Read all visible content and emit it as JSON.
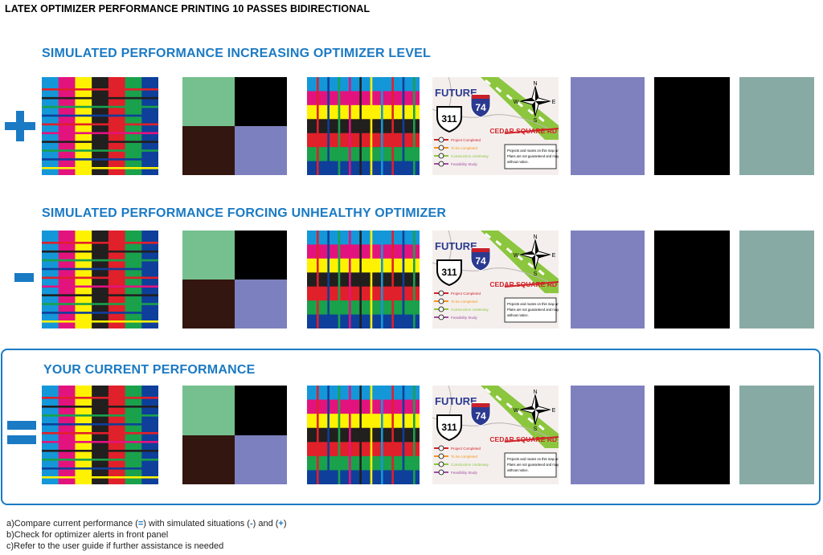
{
  "title": "LATEX OPTIMIZER PERFORMANCE PRINTING 10 PASSES BIDIRECTIONAL",
  "rows": [
    {
      "key": "plus",
      "heading": "SIMULATED PERFORMANCE INCREASING OPTIMIZER LEVEL",
      "symbol": "+"
    },
    {
      "key": "minus",
      "heading": "SIMULATED  PERFORMANCE FORCING UNHEALTHY OPTIMIZER",
      "symbol": "-"
    },
    {
      "key": "equal",
      "heading": "YOUR CURRENT PERFORMANCE",
      "symbol": "="
    }
  ],
  "map": {
    "future_label": "FUTURE",
    "us_route": "311",
    "interstate": "74",
    "road_label": "CEDAR SQUARE RD",
    "compass": {
      "n": "N",
      "s": "S",
      "e": "E",
      "w": "W"
    },
    "legend": [
      "Project Completed",
      "To be completed",
      "Construction Underway",
      "Feasibility Study"
    ],
    "note_lines": [
      "Projects and routes on this map are a guide.",
      "Plans are not guaranteed and may change",
      "without notice."
    ]
  },
  "colors": {
    "accent": "#1a7ac4",
    "cyan": "#1497d8",
    "magenta": "#e3137e",
    "yellow": "#fff200",
    "black": "#221f1f",
    "red": "#e0202a",
    "green": "#1aa14b",
    "blue": "#0e3f9a",
    "green_patch": "#75c08e",
    "dark_patch": "#000000",
    "brown_patch": "#33160f",
    "lavender_patch": "#7d80be",
    "lavender": "#7f81be",
    "gray_green": "#88aaa4"
  },
  "notes": {
    "a_prefix": "a)Compare current performance (",
    "a_equal": "=",
    "a_mid": ") with simulated  situations (",
    "a_minus": "-",
    "a_and": ") and (",
    "a_plus": "+",
    "a_end": ")",
    "b": "b)Check for optimizer alerts in front panel",
    "c": "c)Refer to the user guide if further assistance is needed"
  }
}
